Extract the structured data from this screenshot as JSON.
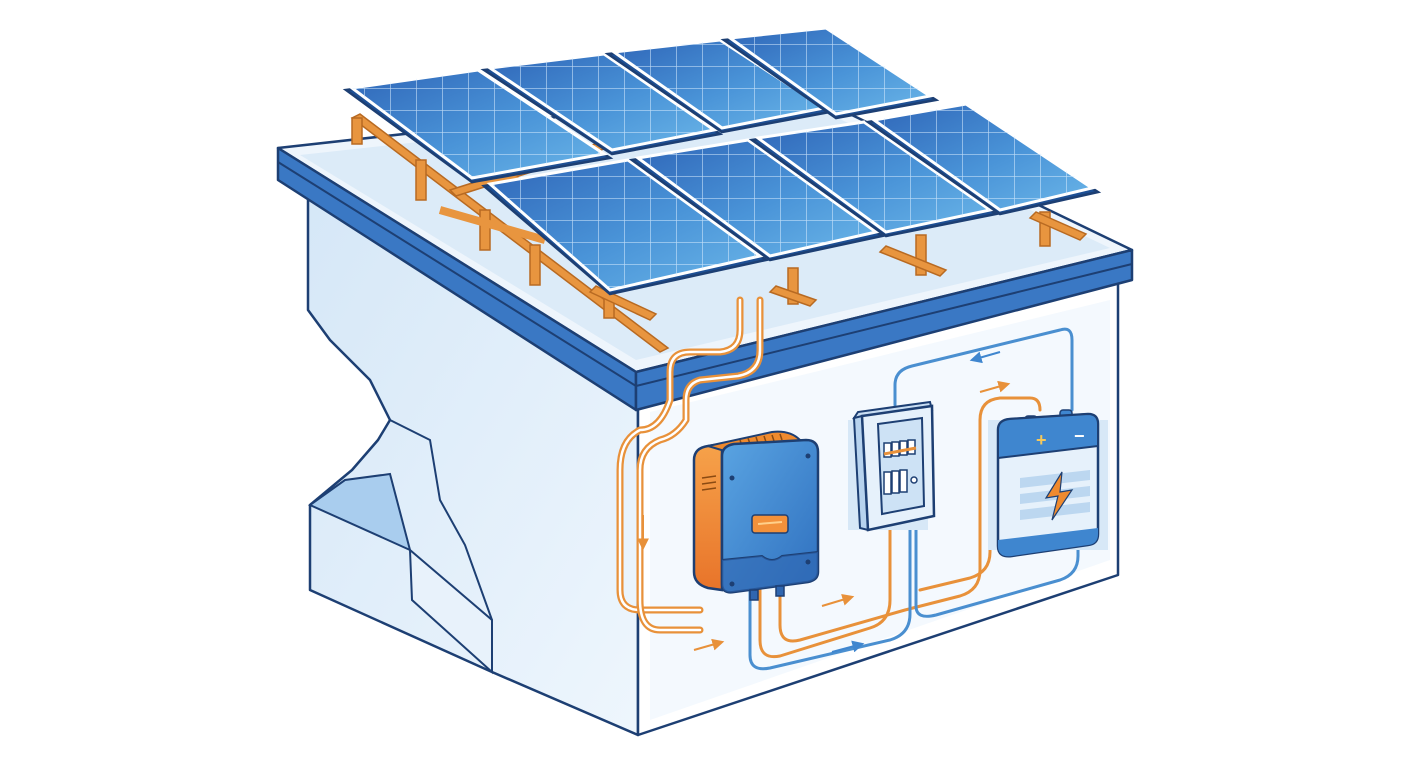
{
  "diagram": {
    "subject": "Rooftop solar PV system cutaway",
    "components": [
      {
        "id": "solar-array",
        "label": "Solar panel array",
        "count": 8
      },
      {
        "id": "mounting-rails",
        "label": "Mounting rails"
      },
      {
        "id": "inverter",
        "label": "Inverter"
      },
      {
        "id": "breaker-panel",
        "label": "Breaker panel"
      },
      {
        "id": "battery",
        "label": "Battery"
      }
    ],
    "battery_terminals": {
      "positive": "+",
      "negative": "−"
    },
    "flows": [
      {
        "from": "solar-array",
        "to": "inverter",
        "color": "orange",
        "direction": "down"
      },
      {
        "from": "inverter",
        "to": "breaker-panel",
        "color": "orange",
        "direction": "right"
      },
      {
        "from": "breaker-panel",
        "to": "battery",
        "color": "orange",
        "direction": "right"
      },
      {
        "from": "battery",
        "to": "breaker-panel",
        "color": "blue",
        "direction": "left"
      },
      {
        "from": "inverter",
        "to": "battery",
        "color": "blue",
        "direction": "right"
      }
    ]
  },
  "colors": {
    "outline": "#1d3f73",
    "panel_dark": "#2f66b8",
    "panel_light": "#5aa8e0",
    "roof_edge": "#3a78c4",
    "wall_light": "#e6f1fb",
    "wall_mid": "#cfe3f5",
    "rail_orange": "#e8953f",
    "wire_orange": "#e8913a",
    "wire_blue": "#4a8fd0",
    "inverter_blue": "#3f86cf",
    "inverter_orange": "#ef8a2e",
    "background": "#ffffff"
  }
}
